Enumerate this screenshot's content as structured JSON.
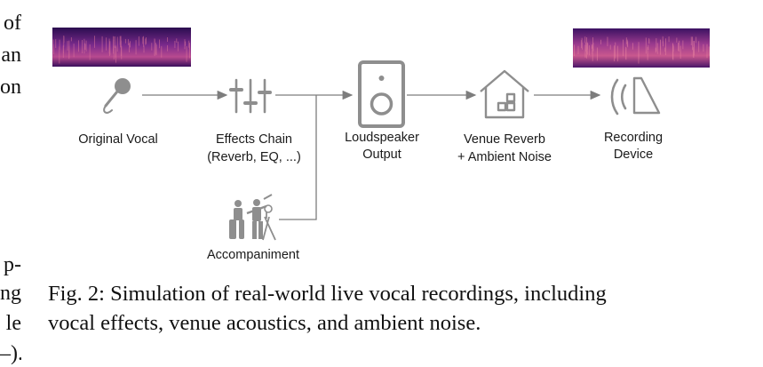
{
  "left_margin_text": [
    "of",
    "an",
    "on",
    "p-",
    "ng",
    "le",
    "–)."
  ],
  "nodes": {
    "original_vocal": {
      "label_lines": [
        "Original Vocal"
      ],
      "icon": "microphone-icon"
    },
    "effects_chain": {
      "label_lines": [
        "Effects Chain",
        "(Reverb, EQ, ...)"
      ],
      "icon": "sliders-icon"
    },
    "loudspeaker": {
      "label_lines": [
        "Loudspeaker",
        "Output"
      ],
      "icon": "speaker-icon"
    },
    "venue_reverb": {
      "label_lines": [
        "Venue Reverb",
        "+ Ambient Noise"
      ],
      "icon": "house-icon"
    },
    "recording_device": {
      "label_lines": [
        "Recording",
        "Device"
      ],
      "icon": "sound-wave-icon"
    },
    "accompaniment": {
      "label_lines": [
        "Accompaniment"
      ],
      "icon": "band-icon"
    }
  },
  "spectrograms": [
    {
      "label": "input-spectrogram",
      "color": "#5a1f84"
    },
    {
      "label": "output-spectrogram",
      "color": "#7a2a8c"
    }
  ],
  "colors": {
    "icon_gray": "#8e8e8e",
    "arrow": "#7d7d7d"
  },
  "caption": {
    "line1": "Fig. 2: Simulation of real-world live vocal recordings, including",
    "line2": "vocal effects, venue acoustics, and ambient noise."
  }
}
